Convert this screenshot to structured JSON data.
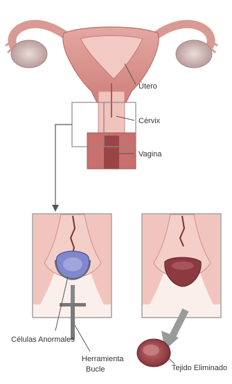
{
  "labels": {
    "uterus": "Útero",
    "cervix": "Cérvix",
    "vagina": "Vagina",
    "abnormal_cells": "Células Anormales",
    "tool": "Herramienta",
    "tool_line2": "Bucle",
    "removed_tissue": "Tejido Eliminado"
  },
  "colors": {
    "tissue": "#d98c8c",
    "tissue_dark": "#b05a5a",
    "tissue_light": "#f2c7c0",
    "cell_blue": "#7d86c9",
    "line": "#555555",
    "frame": "#888888",
    "arrow": "#9a9a9a"
  }
}
